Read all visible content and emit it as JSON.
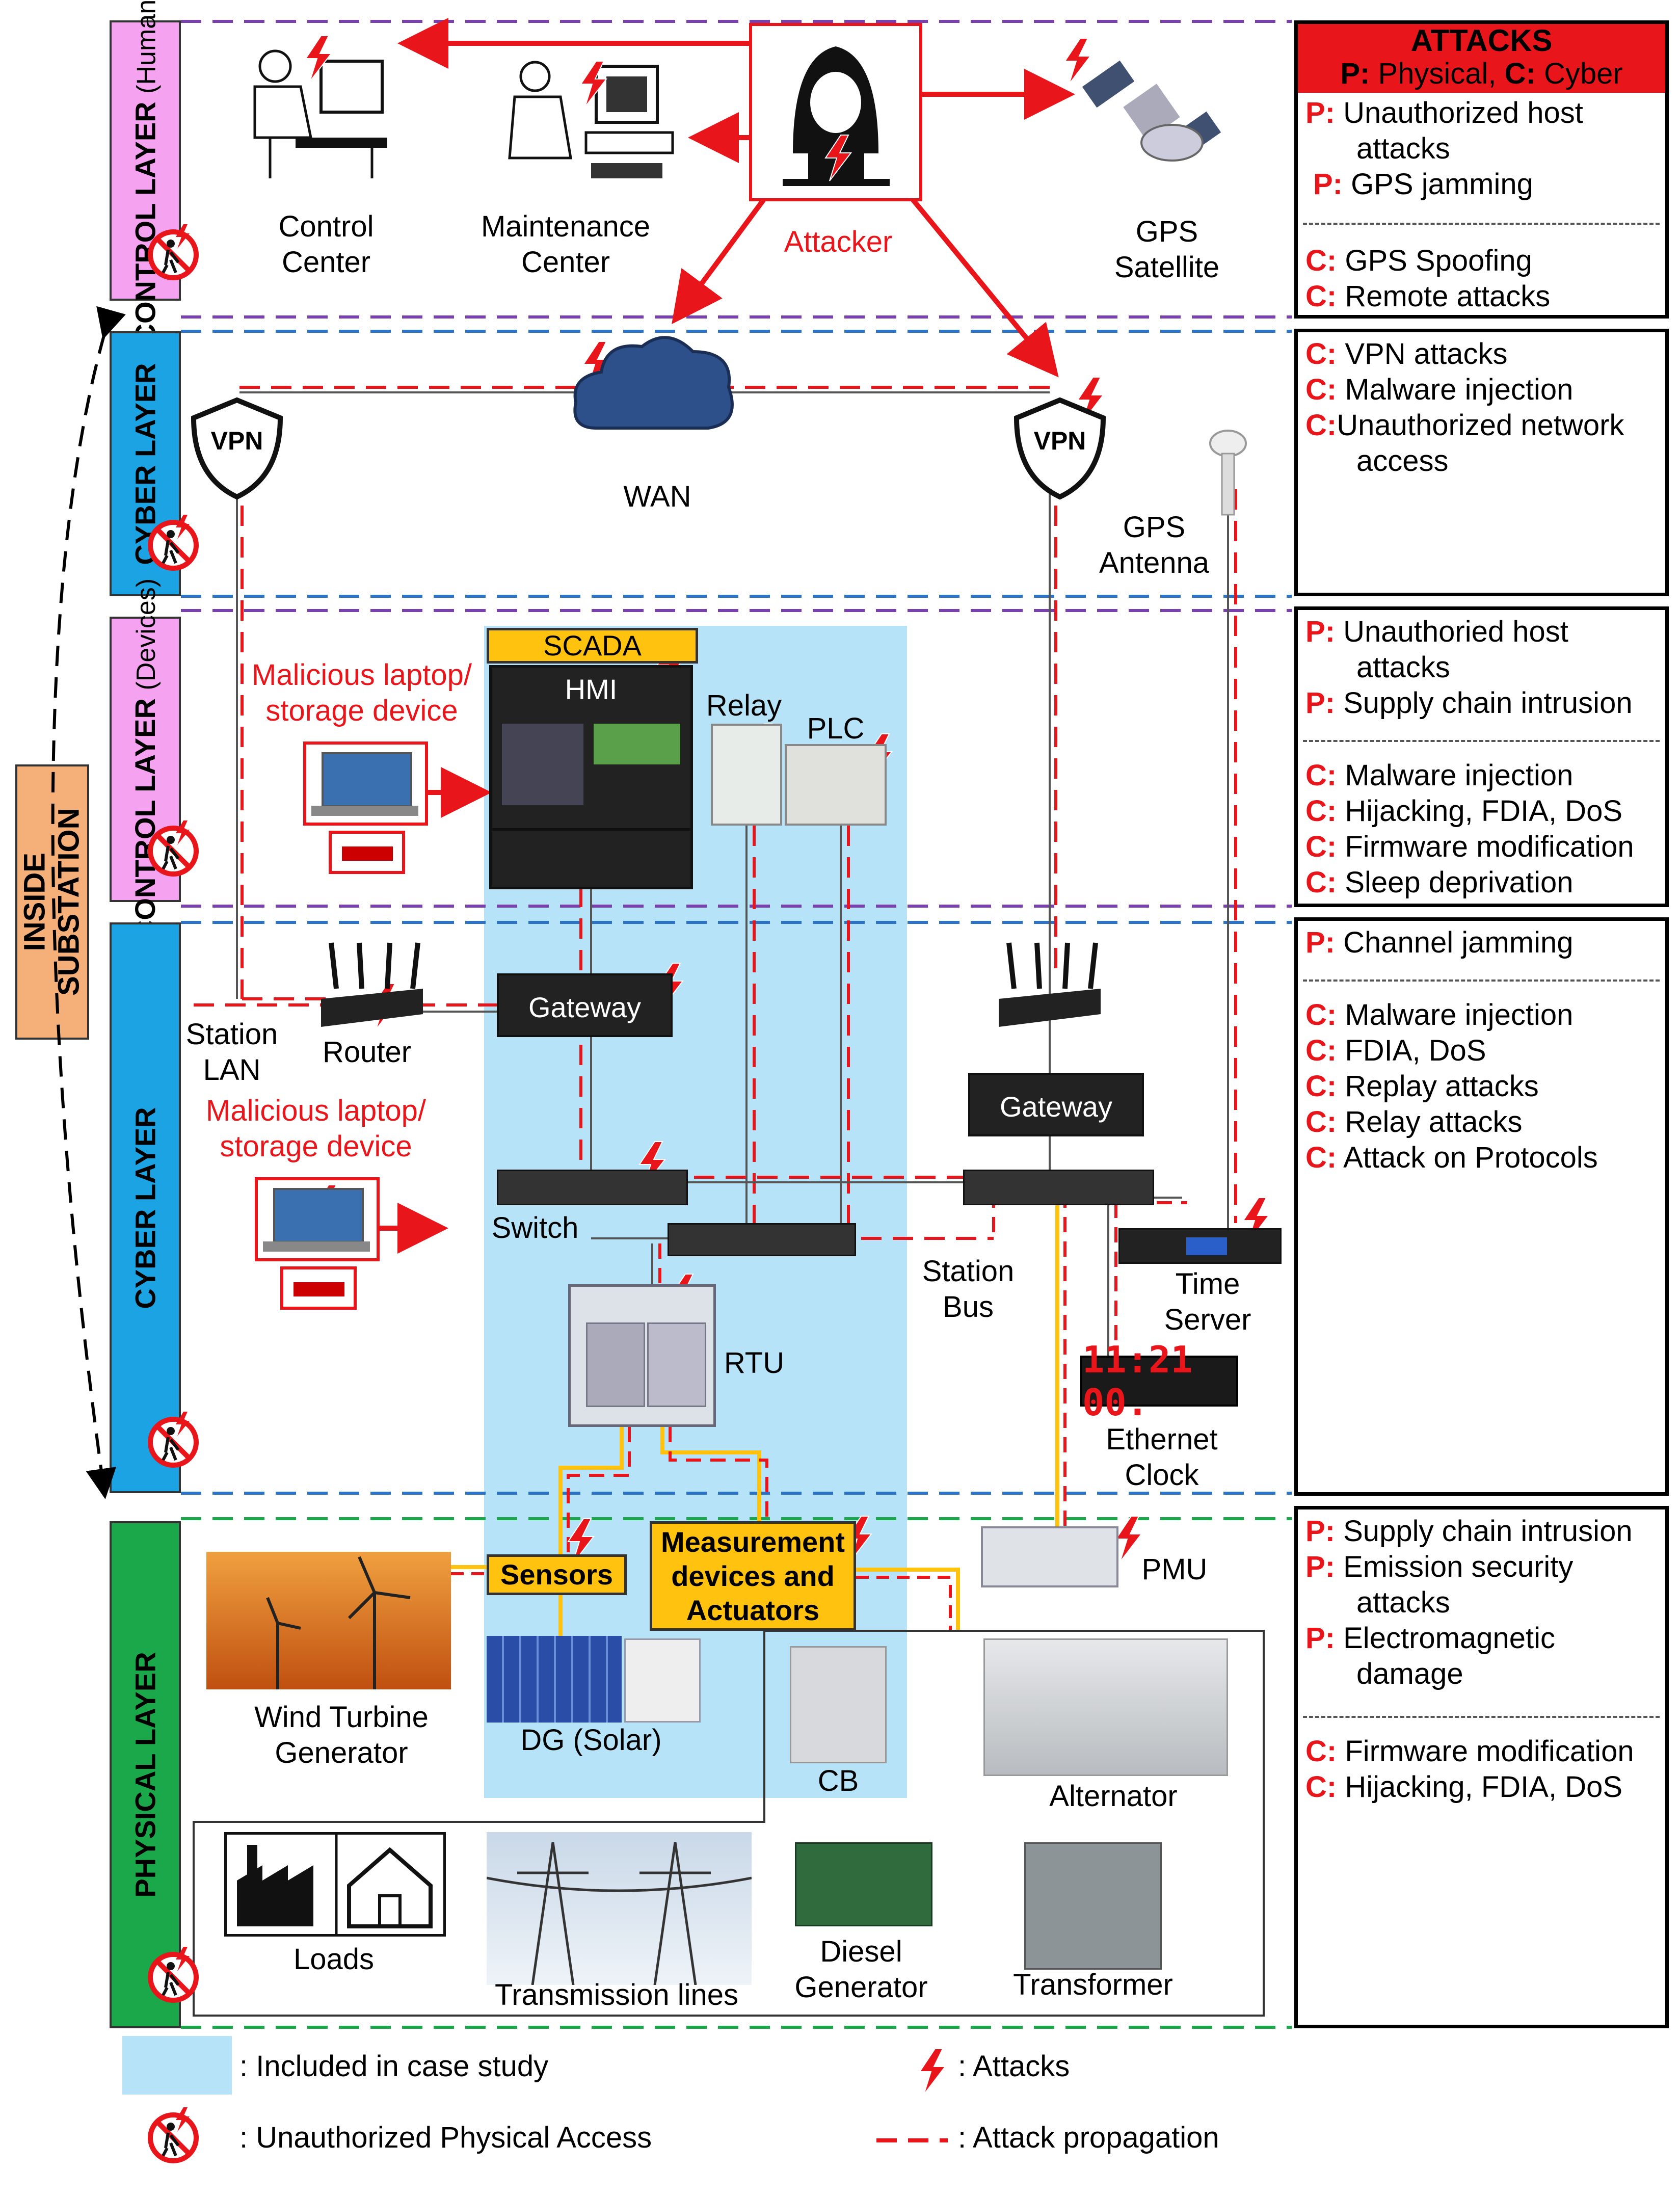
{
  "attacks_box": {
    "title": "ATTACKS",
    "subtitle_p": "P:",
    "subtitle_p_text": " Physical, ",
    "subtitle_c": "C:",
    "subtitle_c_text": " Cyber"
  },
  "attack_sections": [
    {
      "items": [
        {
          "code": "P:",
          "text": "Unauthorized host"
        },
        {
          "code": "",
          "text": "attacks"
        },
        {
          "code": "P:",
          "text": "GPS jamming"
        }
      ],
      "items2": [
        {
          "code": "C:",
          "text": "GPS Spoofing"
        },
        {
          "code": "C:",
          "text": "Remote attacks"
        }
      ]
    },
    {
      "items": [
        {
          "code": "C:",
          "text": "VPN attacks"
        },
        {
          "code": "C:",
          "text": "Malware injection"
        },
        {
          "code": "C:",
          "text": "Unauthorized network"
        },
        {
          "code": "",
          "text": "access"
        }
      ]
    },
    {
      "items": [
        {
          "code": "P:",
          "text": "Unauthoried host"
        },
        {
          "code": "",
          "text": "attacks"
        },
        {
          "code": "P:",
          "text": "Supply chain intrusion"
        }
      ],
      "items2": [
        {
          "code": "C:",
          "text": "Malware injection"
        },
        {
          "code": "C:",
          "text": "Hijacking, FDIA, DoS"
        },
        {
          "code": "C:",
          "text": "Firmware modification"
        },
        {
          "code": "C:",
          "text": "Sleep deprivation"
        }
      ]
    },
    {
      "items": [
        {
          "code": "P:",
          "text": "Channel jamming"
        }
      ],
      "items2": [
        {
          "code": "C:",
          "text": "Malware injection"
        },
        {
          "code": "C:",
          "text": "FDIA, DoS"
        },
        {
          "code": "C:",
          "text": "Replay attacks"
        },
        {
          "code": "C:",
          "text": "Relay attacks"
        },
        {
          "code": "C:",
          "text": "Attack on Protocols"
        }
      ]
    },
    {
      "items": [
        {
          "code": "P:",
          "text": "Supply chain intrusion"
        },
        {
          "code": "P:",
          "text": "Emission security"
        },
        {
          "code": "",
          "text": "attacks"
        },
        {
          "code": "P:",
          "text": "Electromagnetic"
        },
        {
          "code": "",
          "text": "damage"
        }
      ],
      "items2": [
        {
          "code": "C:",
          "text": "Firmware modification"
        },
        {
          "code": "C:",
          "text": "Hijacking, FDIA, DoS"
        }
      ]
    }
  ],
  "layers": {
    "control_humans": "CONTROL LAYER",
    "control_humans_sub": "(Humans)",
    "cyber1": "CYBER LAYER",
    "control_devices": "CONTROL LAYER",
    "control_devices_sub": "(Devices)",
    "cyber2": "CYBER LAYER",
    "physical": "PHYSICAL LAYER"
  },
  "inside_substation": [
    "INSIDE",
    "SUBSTATION"
  ],
  "labels": {
    "control_center": [
      "Control",
      "Center"
    ],
    "maintenance_center": [
      "Maintenance",
      "Center"
    ],
    "attacker": "Attacker",
    "gps_satellite": [
      "GPS",
      "Satellite"
    ],
    "vpn": "VPN",
    "wan": "WAN",
    "gps_antenna": [
      "GPS",
      "Antenna"
    ],
    "scada": "SCADA",
    "hmi": "HMI",
    "relay": "Relay",
    "plc": "PLC",
    "malicious_1": [
      "Malicious laptop/",
      "storage device"
    ],
    "malicious_2": [
      "Malicious laptop/",
      "storage device"
    ],
    "station_lan": [
      "Station",
      "LAN"
    ],
    "router": "Router",
    "gateway": "Gateway",
    "switch": "Switch",
    "station_bus": [
      "Station",
      "Bus"
    ],
    "time_server": [
      "Time",
      "Server"
    ],
    "rtu": "RTU",
    "ethernet_clock": [
      "Ethernet",
      "Clock"
    ],
    "clock_display": "11:21 00.",
    "sensors": "Sensors",
    "measurement": [
      "Measurement",
      "devices and",
      "Actuators"
    ],
    "pmu": "PMU",
    "wind_turbine": [
      "Wind Turbine",
      "Generator"
    ],
    "dg_solar": "DG (Solar)",
    "cb": "CB",
    "alternator": "Alternator",
    "loads": "Loads",
    "transmission_lines": "Transmission lines",
    "diesel_generator": [
      "Diesel",
      "Generator"
    ],
    "transformer": "Transformer"
  },
  "legend": {
    "included": ": Included in case study",
    "unauthorized": ": Unauthorized Physical Access",
    "attacks": ": Attacks",
    "propagation": ": Attack propagation"
  },
  "colors": {
    "attack_red": "#e8151a",
    "highlight_blue": "#b6e3f7",
    "control_pink": "#f5a3f0",
    "cyber_blue": "#1ba3e3",
    "physical_green": "#1aa84b",
    "substation_orange": "#f5b07a",
    "yellow_box": "#ffc20e"
  }
}
